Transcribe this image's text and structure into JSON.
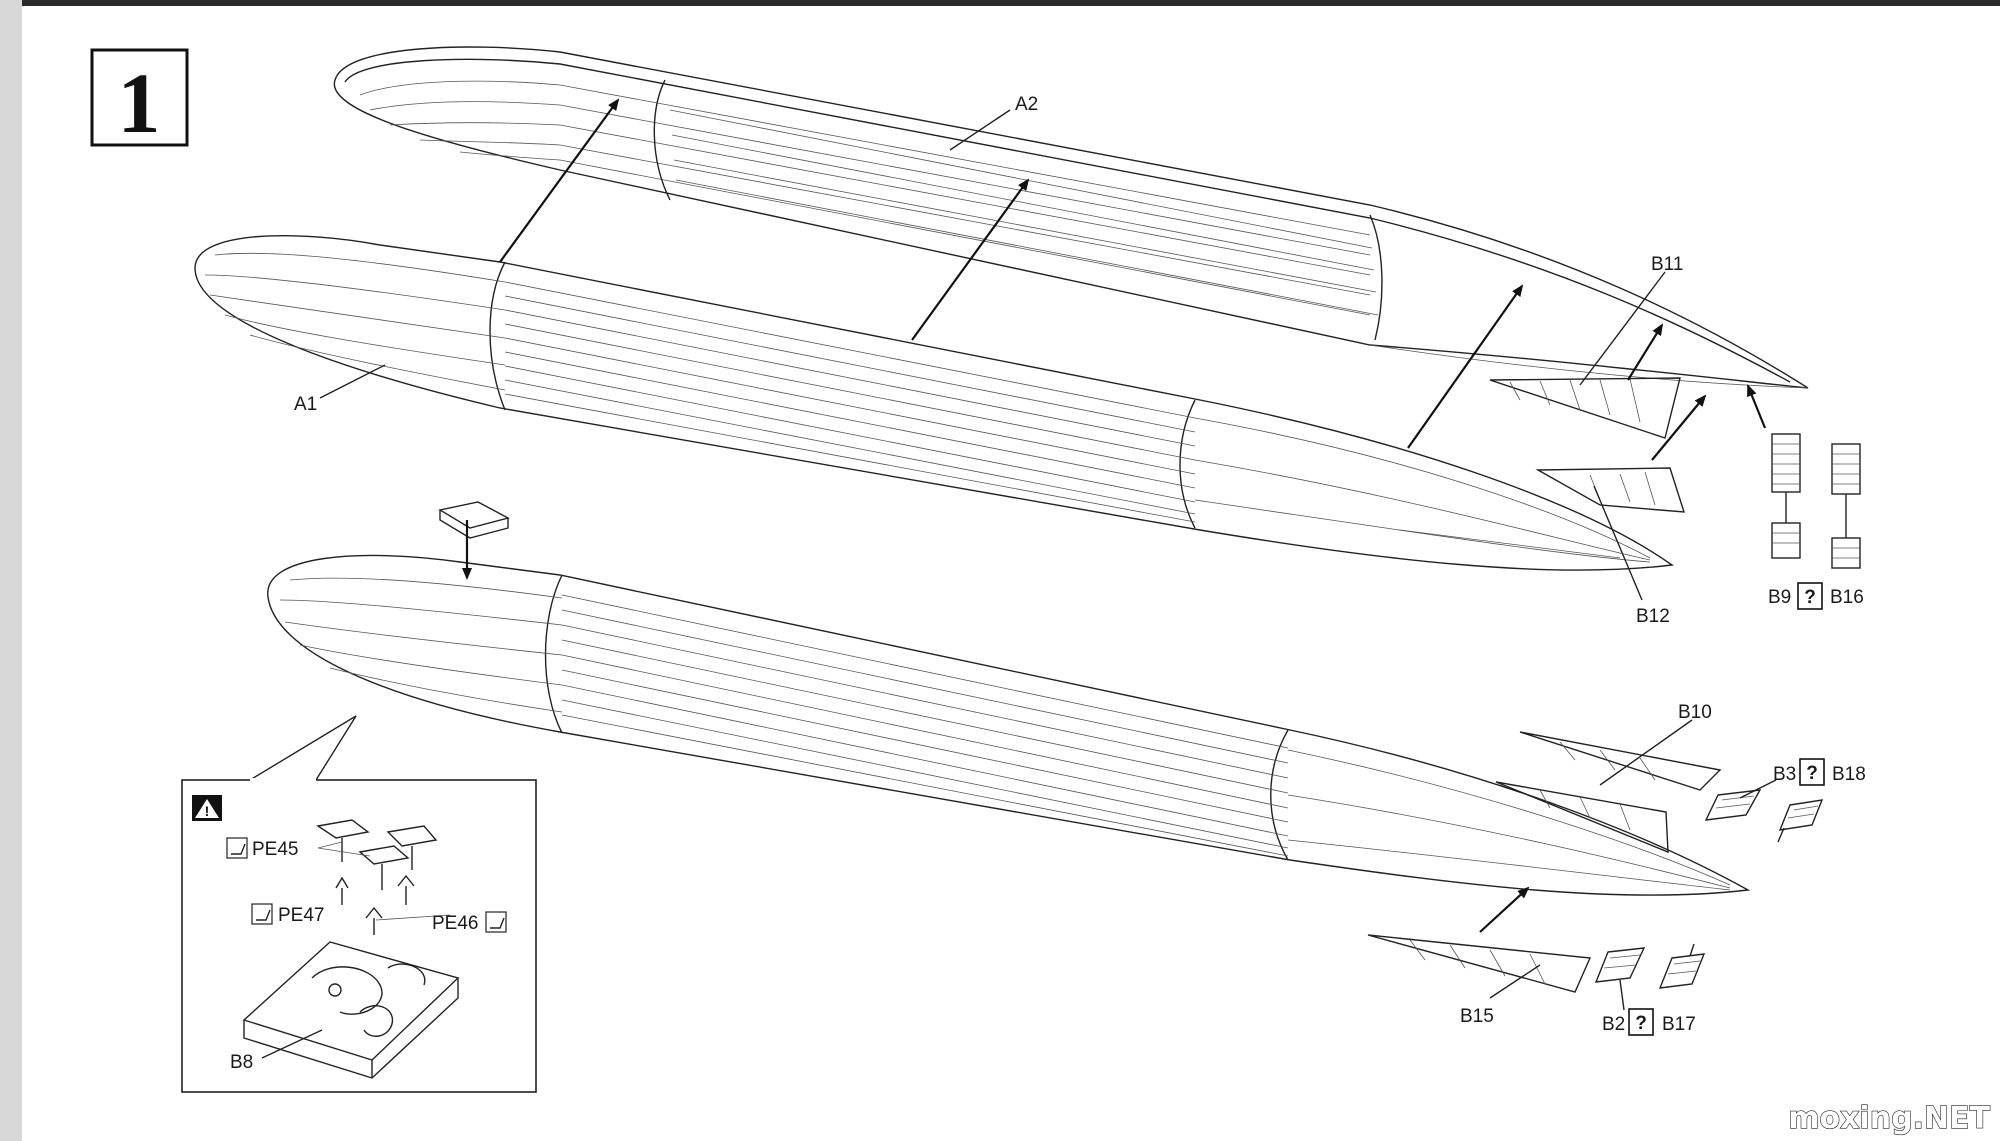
{
  "step": {
    "number": "1"
  },
  "parts": {
    "a1": "A1",
    "a2": "A2",
    "b11": "B11",
    "b12": "B12",
    "b9": "B9",
    "b16": "B16",
    "b10": "B10",
    "b3": "B3",
    "b18": "B18",
    "b15": "B15",
    "b2": "B2",
    "b17": "B17"
  },
  "symbols": {
    "pair_marker": "?"
  },
  "detail": {
    "warning_glyph": "!",
    "pe45": "PE45",
    "pe47": "PE47",
    "pe46": "PE46",
    "b8": "B8"
  },
  "watermark": "moxing.NET"
}
